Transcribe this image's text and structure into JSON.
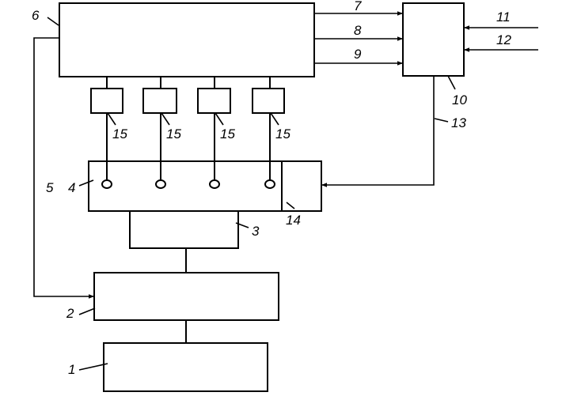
{
  "diagram": {
    "labels": {
      "block_6": "6",
      "signal_7": "7",
      "signal_8": "8",
      "signal_9": "9",
      "block_10": "10",
      "input_11": "11",
      "input_12": "12",
      "line_13": "13",
      "sensor_15": "15",
      "block_4": "4",
      "line_5": "5",
      "block_14": "14",
      "block_3": "3",
      "block_2": "2",
      "block_1": "1"
    },
    "colors": {
      "stroke": "#000000",
      "background": "#ffffff"
    }
  }
}
